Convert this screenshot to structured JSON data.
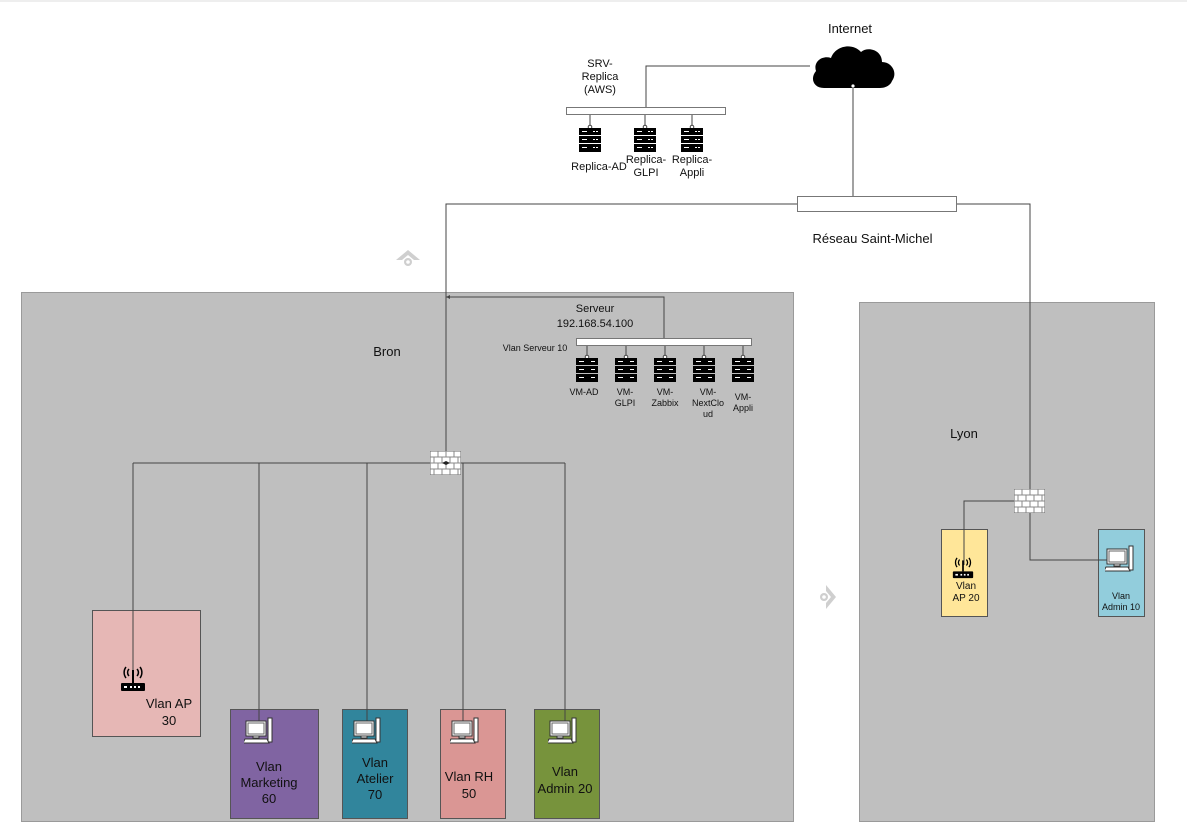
{
  "internet": {
    "label": "Internet"
  },
  "aws": {
    "title_lines": [
      "SRV-",
      "Replica",
      "(AWS)"
    ],
    "servers": [
      {
        "label": "Replica-AD"
      },
      {
        "label": "Replica-\nGLPI"
      },
      {
        "label": "Replica-\nAppli"
      }
    ]
  },
  "network": {
    "label": "Réseau Saint-Michel"
  },
  "bron": {
    "label": "Bron",
    "server_group": {
      "title": "Serveur",
      "ip": "192.168.54.100",
      "vlan": "Vlan Serveur 10",
      "vms": [
        {
          "label": "VM-AD"
        },
        {
          "label": "VM-\nGLPI"
        },
        {
          "label": "VM-\nZabbix"
        },
        {
          "label": "VM-\nNextClo\nud"
        },
        {
          "label": "VM-\nAppli"
        }
      ]
    },
    "vlans": [
      {
        "label": "Vlan AP\n30",
        "color": "#e6b7b5"
      },
      {
        "label": "Vlan\nMarketing\n60",
        "color": "#8064a2"
      },
      {
        "label": "Vlan\nAtelier\n70",
        "color": "#31859c"
      },
      {
        "label": "Vlan RH\n50",
        "color": "#da9694"
      },
      {
        "label": "Vlan\nAdmin 20",
        "color": "#77933c"
      }
    ]
  },
  "lyon": {
    "label": "Lyon",
    "vlans": [
      {
        "label": "Vlan\nAP 20",
        "color": "#ffe699"
      },
      {
        "label": "Vlan\nAdmin 10",
        "color": "#92cddc"
      }
    ]
  },
  "colors": {
    "zone": "#bfbfbf",
    "line": "#444444"
  }
}
